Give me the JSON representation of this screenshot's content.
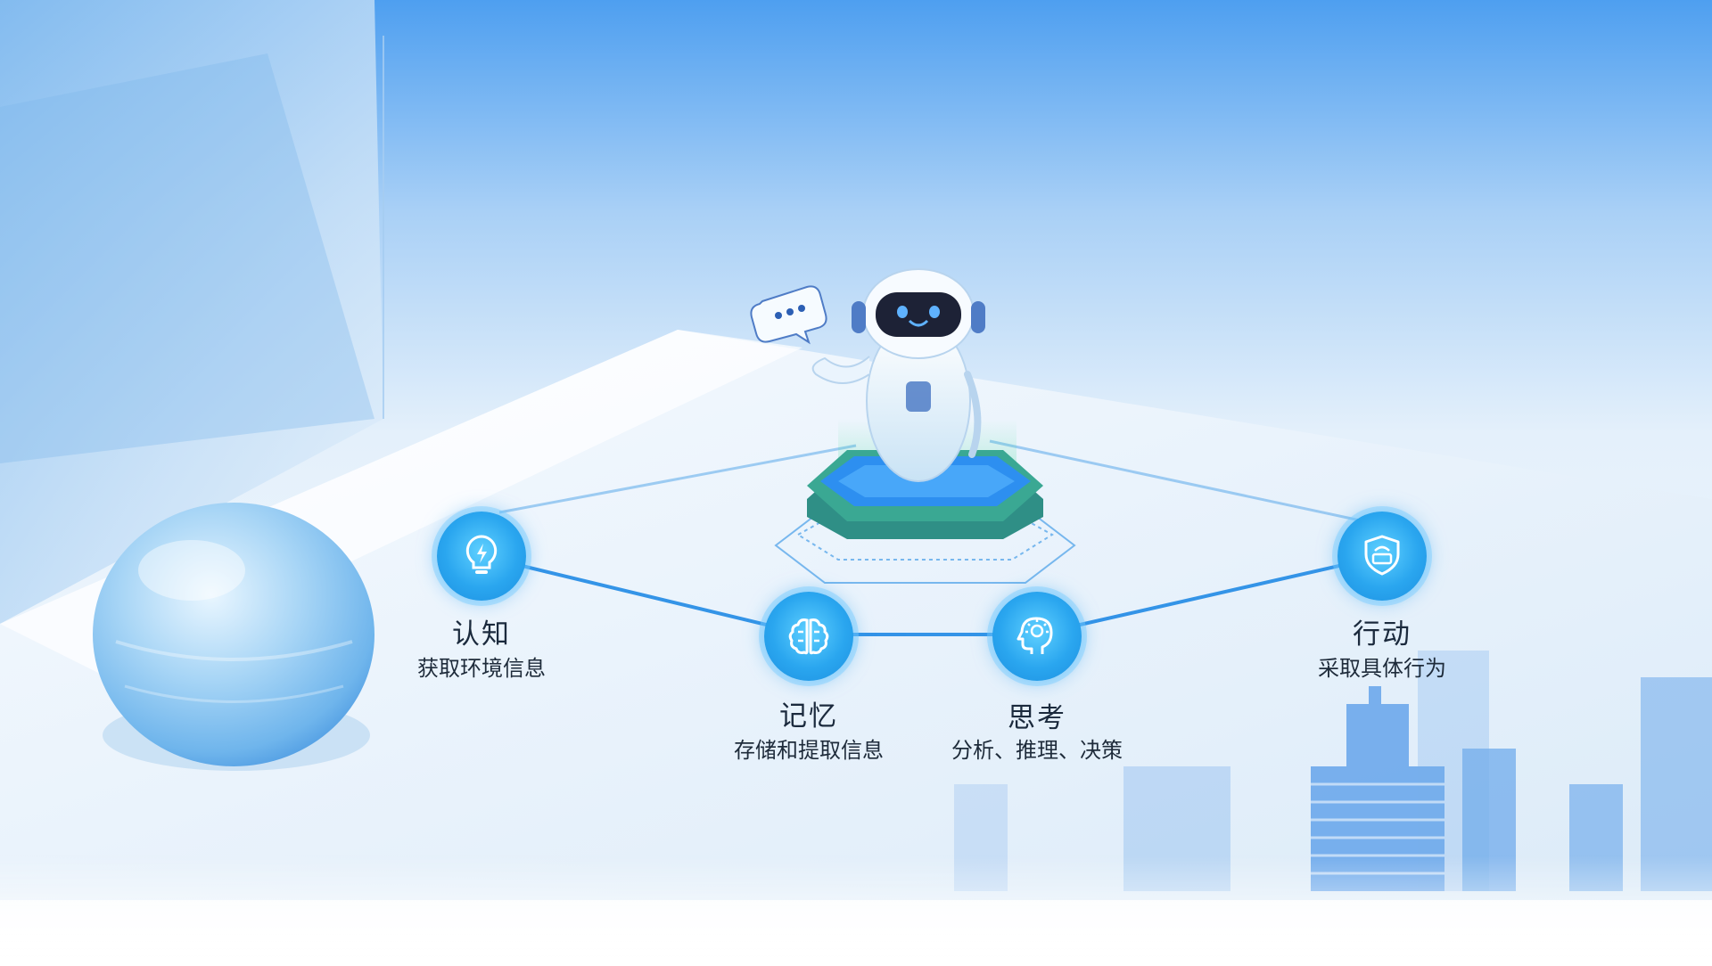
{
  "colors": {
    "sky_top": "#4ea3f1",
    "accent": "#1f8fe6",
    "node_fill": "#2aa6ef",
    "text_dark": "#1b2a3d"
  },
  "nodes": [
    {
      "icon": "lightning-bulb-icon",
      "title": "认知",
      "subtitle": "获取环境信息"
    },
    {
      "icon": "brain-icon",
      "title": "记忆",
      "subtitle": "存储和提取信息"
    },
    {
      "icon": "head-idea-icon",
      "title": "思考",
      "subtitle": "分析、推理、决策"
    },
    {
      "icon": "shield-icon",
      "title": "行动",
      "subtitle": "采取具体行为"
    }
  ]
}
